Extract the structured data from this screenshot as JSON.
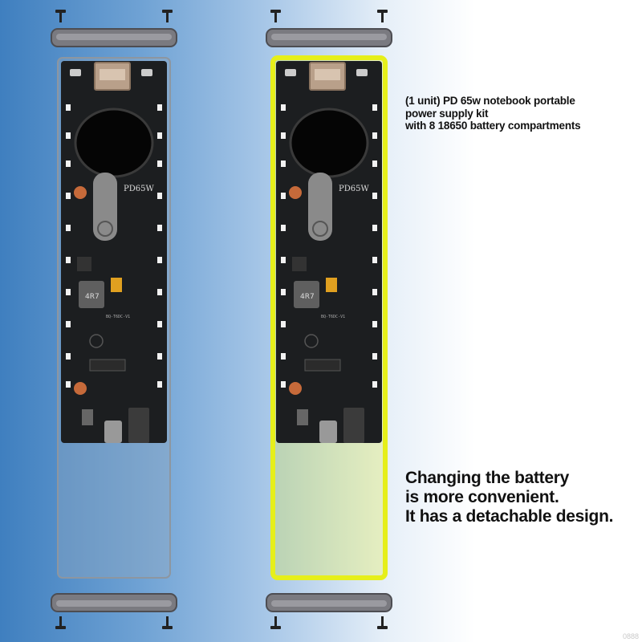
{
  "caption": {
    "line1": "(1 unit) PD 65w notebook portable",
    "line2": "power supply kit",
    "line3": "with 8 18650 battery compartments"
  },
  "headline": {
    "line1": "Changing the battery",
    "line2": "is more convenient.",
    "line3": "It has a detachable design."
  },
  "board": {
    "label": "PD65W",
    "inductor_label": "4R7",
    "board_code": "BQ-T6DC-V1"
  },
  "devices": [
    {
      "name": "gray-shell",
      "accent": "#3a3a3a"
    },
    {
      "name": "yellow-shell",
      "accent": "#e6ef1a"
    }
  ],
  "watermark": "0888"
}
